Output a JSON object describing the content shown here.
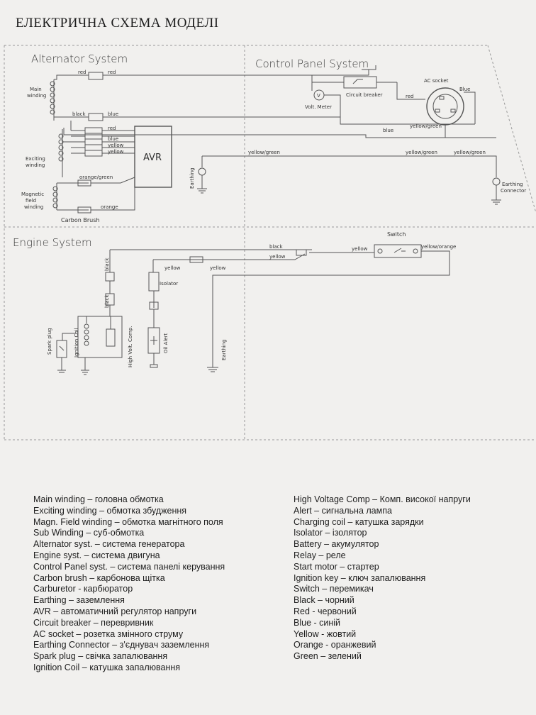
{
  "title": "ЕЛЕКТРИЧНА СХЕМА МОДЕЛІ",
  "sections": {
    "alternator": "Alternator System",
    "control_panel": "Control Panel System",
    "engine": "Engine System"
  },
  "components": {
    "main_winding": [
      "Main",
      "winding"
    ],
    "exciting_winding": [
      "Exciting",
      "winding"
    ],
    "magnetic_field_winding": [
      "Magnetic",
      "field",
      "winding"
    ],
    "carbon_brush": "Carbon Brush",
    "avr": "AVR",
    "volt_meter": "Volt. Meter",
    "volt_symbol": "V",
    "circuit_breaker": "Circuit breaker",
    "ac_socket": "AC socket",
    "earthing": "Earthing",
    "earthing_connector": [
      "Earthing",
      "Connector"
    ],
    "switch": "Switch",
    "isolator": "Isolator",
    "oil_alert": "Oil Alert",
    "spark_plug": "Spark plug",
    "ignition_coil": "Ignition Coil",
    "high_volt_comp": "High Volt. Comp."
  },
  "wire_labels": {
    "red": "red",
    "black": "black",
    "blue": "blue",
    "yellow": "yellow",
    "Blue": "Blue",
    "yellow_green": "yellow/green",
    "orange_green": "orange/green",
    "orange": "orange",
    "yellow_orange": "yellow/orange"
  },
  "legend_left": [
    "Main winding – головна обмотка",
    "Exciting winding – обмотка збудження",
    "Magn. Field winding – обмотка магнітного поля",
    "Sub Winding – суб-обмотка",
    "Alternator syst. – система генератора",
    "Engine syst. – система двигуна",
    "Control Panel syst. – система панелі керування",
    "Carbon brush – карбонова щітка",
    "Carburetor  - карбюратор",
    "Earthing – заземлення",
    "AVR – автоматичний регулятор напруги",
    "Circuit breaker – перевривник",
    "AC socket – розетка змінного струму",
    "Earthing Connector – з'єднувач заземлення",
    "Spark plug – свічка запалювання",
    "Ignition Coil – катушка запалювання"
  ],
  "legend_right": [
    "High Voltage Comp – Комп. високої напруги",
    "Alert – сигнальна лампа",
    "Charging coil – катушка зарядки",
    "Isolator – ізолятор",
    "Battery – акумулятор",
    "Relay – реле",
    "Start motor – стартер",
    "Ignition key – ключ запалювання",
    "Switch – перемикач",
    "Black – чорний",
    "Red - червоний",
    "Blue - синій",
    "Yellow - жовтий",
    "Orange - оранжевий",
    "Green – зелений"
  ]
}
